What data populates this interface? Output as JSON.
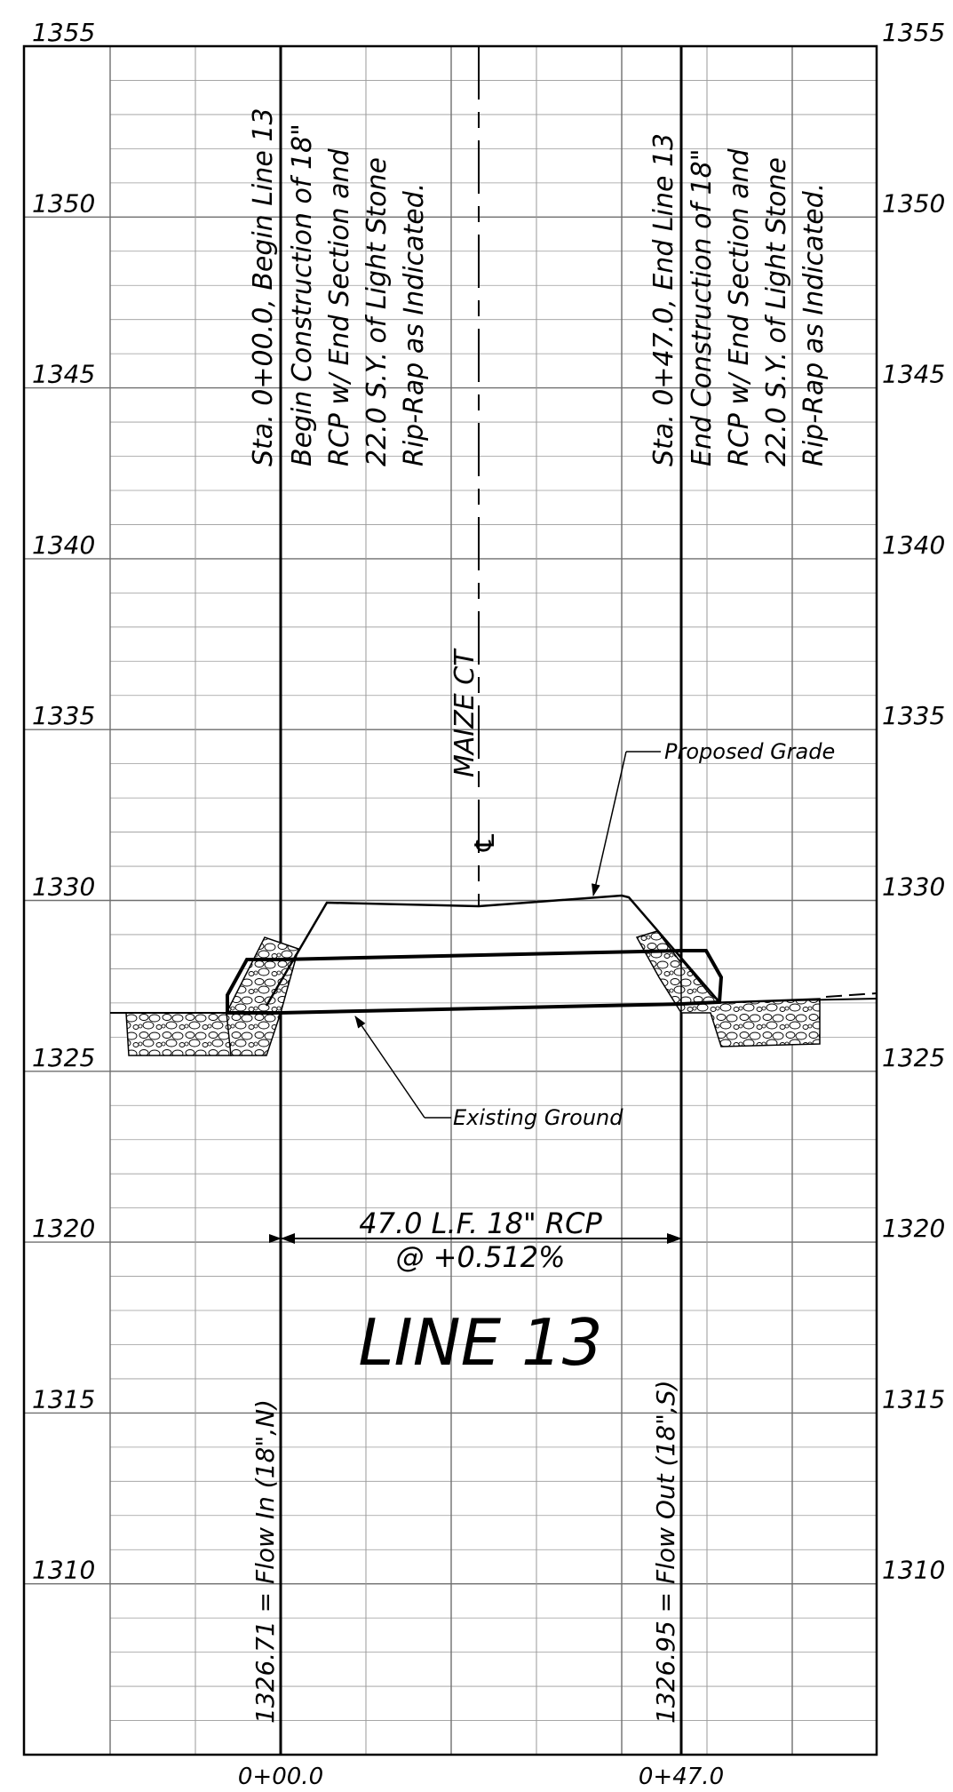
{
  "elevations_left": [
    "1355",
    "1350",
    "1345",
    "1340",
    "1335",
    "1330",
    "1325",
    "1320",
    "1315",
    "1310"
  ],
  "elevations_right": [
    "1355",
    "1350",
    "1345",
    "1340",
    "1335",
    "1330",
    "1325",
    "1320",
    "1315",
    "1310"
  ],
  "stations": {
    "begin": "0+00.0",
    "end": "0+47.0"
  },
  "notes": {
    "begin": [
      "Sta. 0+00.0, Begin Line 13",
      "Begin Construction of 18\"",
      "RCP w/ End Section and",
      "22.0 S.Y. of Light Stone",
      "Rip-Rap as Indicated."
    ],
    "end": [
      "Sta. 0+47.0, End Line 13",
      "End Construction of 18\"",
      "RCP w/ End Section and",
      "22.0 S.Y. of Light Stone",
      "Rip-Rap as Indicated."
    ]
  },
  "centerline_label": "MAIZE CT",
  "centerline_symbol": "℄",
  "proposed_grade_label": "Proposed Grade",
  "existing_ground_label": "Existing Ground",
  "pipe_length_label": "47.0 L.F. 18\" RCP",
  "pipe_slope_label": "@ +0.512%",
  "title": "LINE 13",
  "flow_in": "1326.71 = Flow In (18\",N)",
  "flow_out": "1326.95 = Flow Out (18\",S)"
}
